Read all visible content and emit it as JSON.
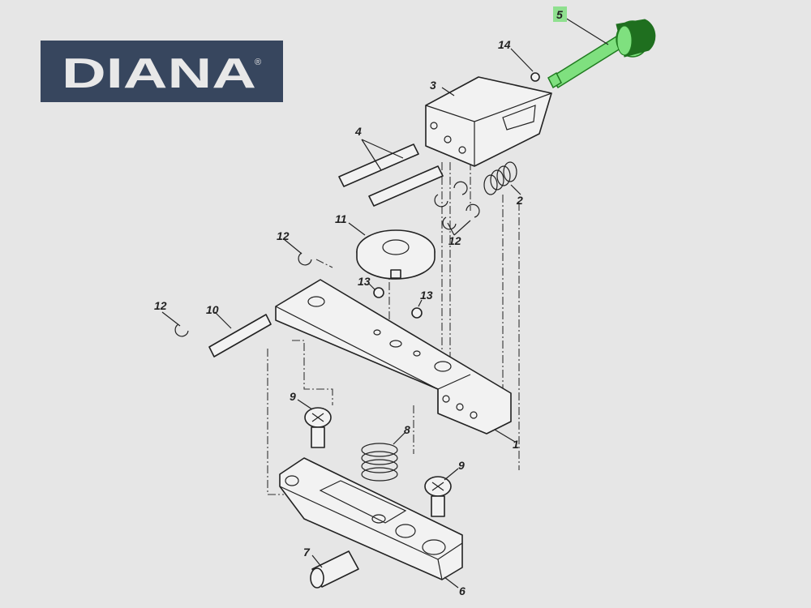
{
  "brand": {
    "logo_text": "DIANA",
    "registered_mark": "®",
    "logo_bg": "#37465e",
    "logo_fg": "#e8e8e8"
  },
  "diagram": {
    "highlighted_part": "5",
    "highlight_color": "#7fe07f",
    "labels": {
      "p1": "1",
      "p2": "2",
      "p3": "3",
      "p4": "4",
      "p5": "5",
      "p6": "6",
      "p7": "7",
      "p8": "8",
      "p9a": "9",
      "p9b": "9",
      "p10": "10",
      "p11": "11",
      "p12a": "12",
      "p12b": "12",
      "p12c": "12",
      "p13a": "13",
      "p13b": "13",
      "p14": "14"
    }
  }
}
